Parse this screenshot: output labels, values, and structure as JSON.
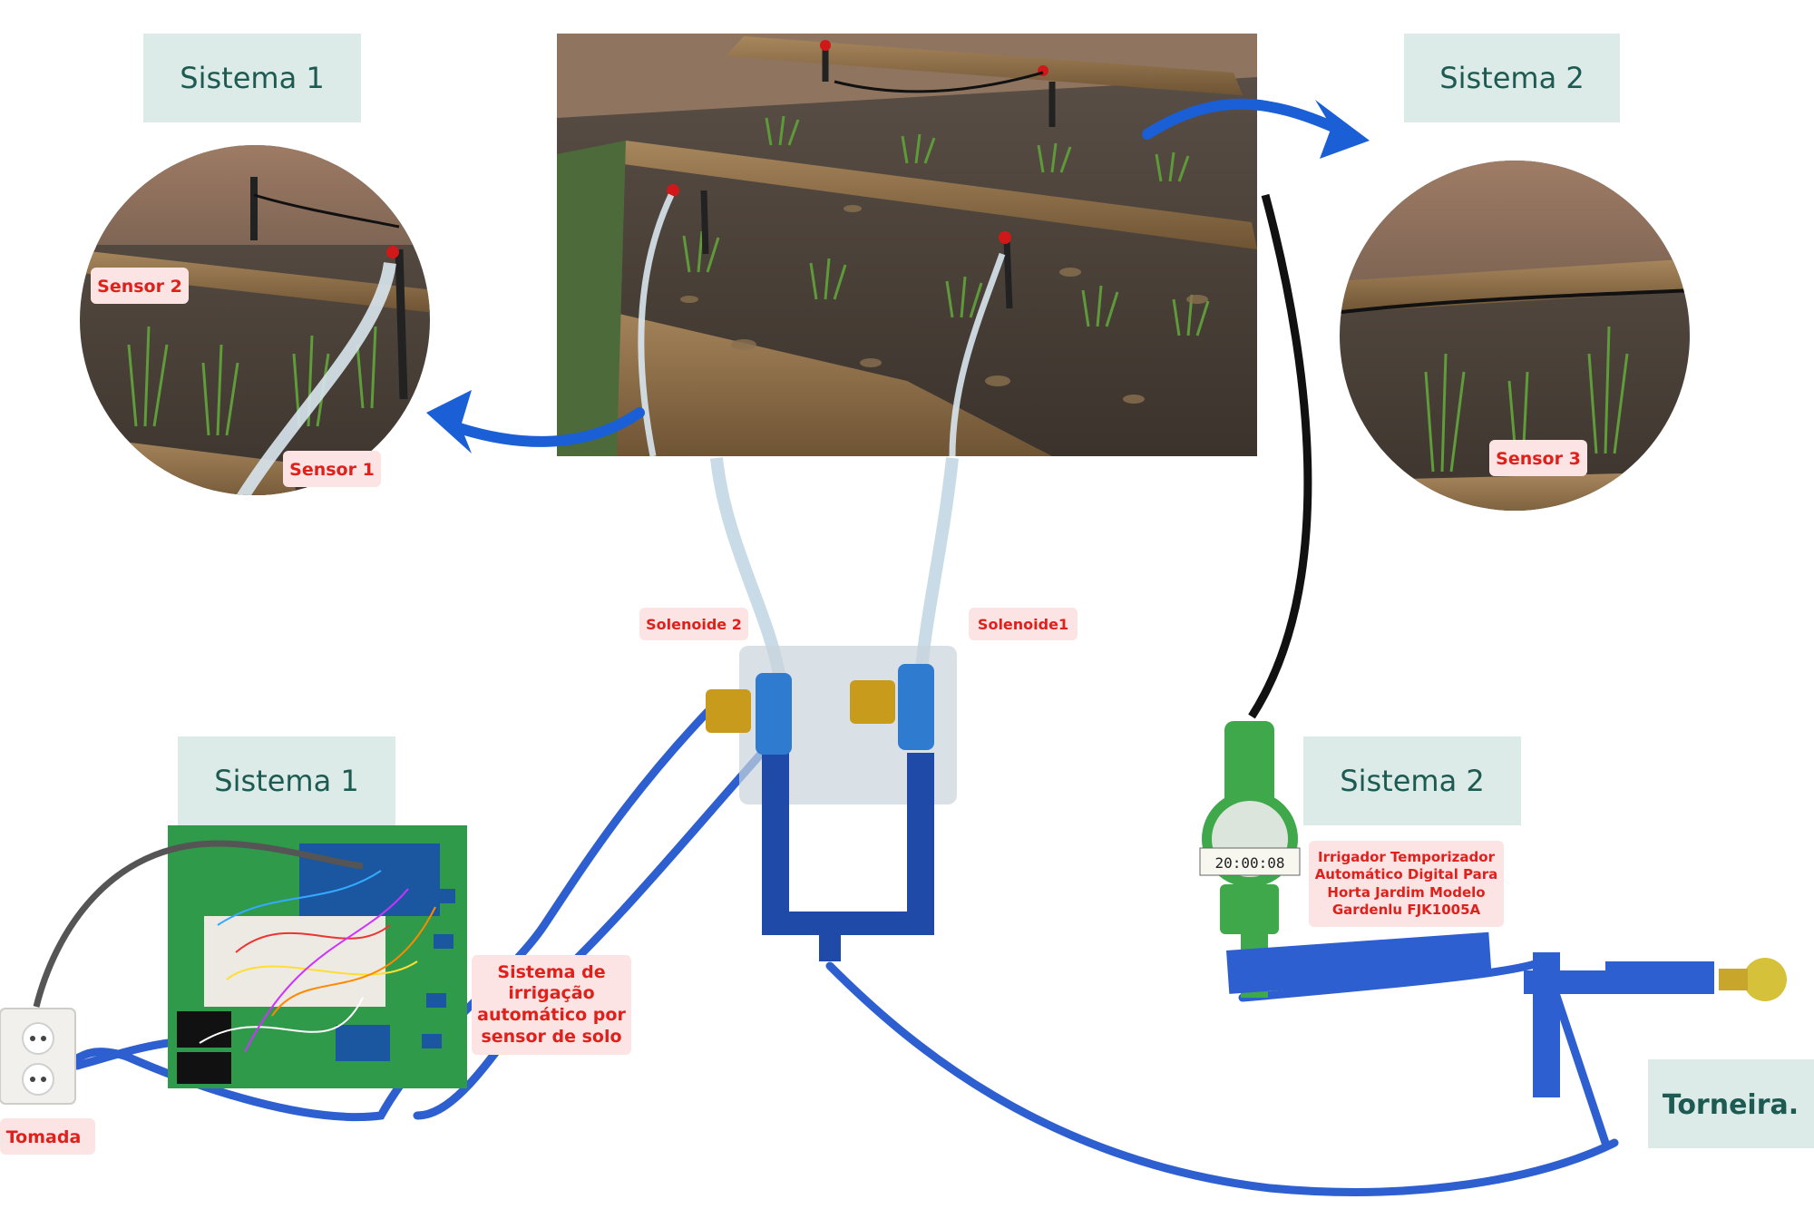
{
  "labels": {
    "sistema1_top": "Sistema 1",
    "sistema2_top": "Sistema 2",
    "sistema1_bottom": "Sistema 1",
    "sistema2_bottom": "Sistema 2",
    "torneira": "Torneira."
  },
  "tags": {
    "sensor1": "Sensor 1",
    "sensor2": "Sensor 2",
    "sensor3": "Sensor 3",
    "solenoide2": "Solenoide 2",
    "solenoide1": "Solenoide1",
    "sistema_irrigacao": "Sistema  de irrigação automático por sensor de solo",
    "irrigador": "Irrigador Temporizador Automático Digital Para Horta Jardim Modelo Gardenlu FJK1005A",
    "tomada": "Tomada"
  },
  "timer_display": "20:00:08",
  "colors": {
    "label_bg": "#dcebe7",
    "label_text": "#1d5a52",
    "tag_bg": "#fde4e4",
    "tag_text": "#e0201b",
    "arrow": "#1a5fd6",
    "hose_blue": "#2e5fd0"
  }
}
